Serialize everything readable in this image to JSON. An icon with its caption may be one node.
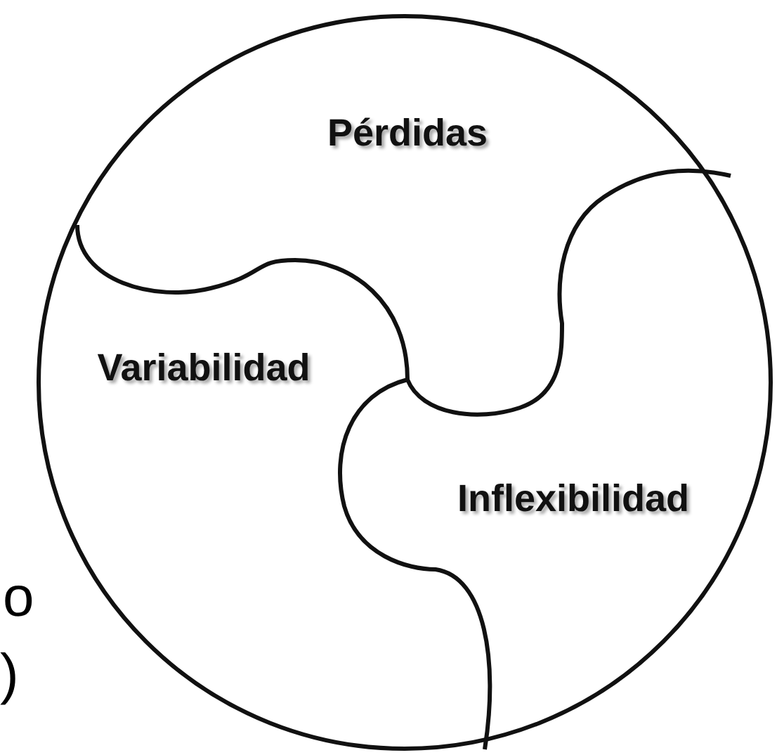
{
  "diagram": {
    "nodes": [
      {
        "text": [],
        "shape": "circle"
      },
      {
        "text": [
          "Pérdidas"
        ],
        "in": 0
      },
      {
        "text": [
          "Variabilidad"
        ],
        "in": 0
      },
      {
        "text": [
          "Inflexibilidad"
        ],
        "in": 0
      }
    ],
    "labels": [
      "o",
      ")"
    ]
  }
}
